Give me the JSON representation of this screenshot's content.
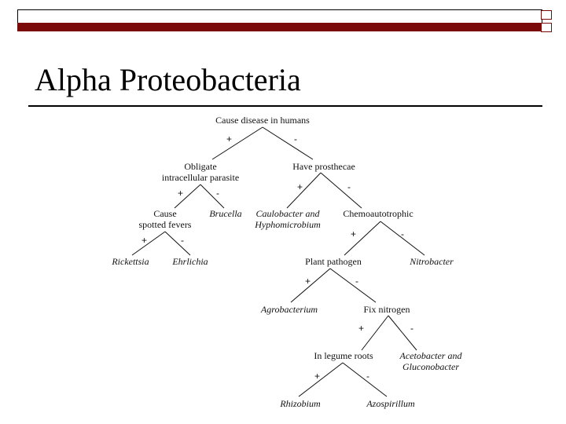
{
  "slide": {
    "title": "Alpha Proteobacteria"
  },
  "tree": {
    "root": "Cause disease in humans",
    "obligate": [
      "Obligate",
      "intracellular parasite"
    ],
    "prosthecae": "Have prosthecae",
    "spotted": [
      "Cause",
      "spotted fevers"
    ],
    "brucella": "Brucella",
    "caulobacter": [
      "Caulobacter and",
      "Hyphomicrobium"
    ],
    "chemo": "Chemoautotrophic",
    "rickettsia": "Rickettsia",
    "ehrlichia": "Ehrlichia",
    "plant": "Plant pathogen",
    "nitrobacter": "Nitrobacter",
    "agrobacterium": "Agrobacterium",
    "fixn": "Fix nitrogen",
    "legume": "In legume roots",
    "acetobacter": [
      "Acetobacter and",
      "Gluconobacter"
    ],
    "rhizobium": "Rhizobium",
    "azospirillum": "Azospirillum",
    "plus": "+",
    "minus": "-"
  }
}
